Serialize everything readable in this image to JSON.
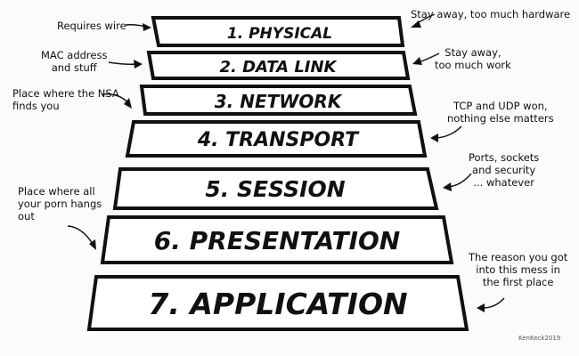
{
  "layers": [
    {
      "label": "1. PHYSICAL"
    },
    {
      "label": "2. DATA LINK"
    },
    {
      "label": "3. NETWORK"
    },
    {
      "label": "4. TRANSPORT"
    },
    {
      "label": "5. SESSION"
    },
    {
      "label": "6. PRESENTATION"
    },
    {
      "label": "7. APPLICATION"
    }
  ],
  "annotations_left": [
    {
      "lines": [
        "Requires wire"
      ]
    },
    {
      "lines": [
        "MAC address",
        "and stuff"
      ]
    },
    {
      "lines": [
        "Place where the NSA",
        "finds you"
      ]
    },
    {
      "lines": [
        "Place where all",
        "your porn hangs",
        "out"
      ]
    }
  ],
  "annotations_right": [
    {
      "lines": [
        "Stay away, too much hardware"
      ]
    },
    {
      "lines": [
        "Stay away,",
        "too much work"
      ]
    },
    {
      "lines": [
        "TCP and UDP won,",
        "nothing else matters"
      ]
    },
    {
      "lines": [
        "Ports, sockets",
        "and security",
        "... whatever"
      ]
    },
    {
      "lines": [
        "The reason you got",
        "into this mess in",
        "the first place"
      ]
    }
  ],
  "signature": "KenKeck2019"
}
